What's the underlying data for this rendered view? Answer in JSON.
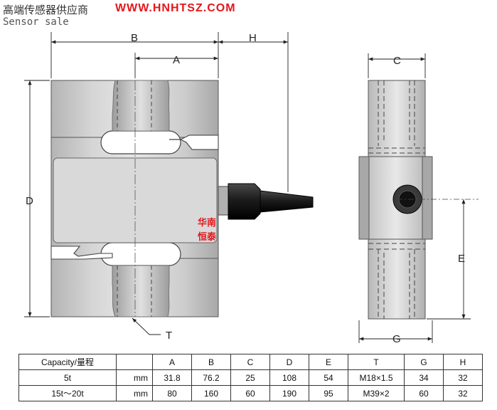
{
  "header": {
    "chinese_title": "高端传感器供应商",
    "website": "WWW.HNHTSZ.COM",
    "english_subtitle": "Sensor sale"
  },
  "drawing": {
    "dimension_labels": {
      "B": "B",
      "A": "A",
      "H": "H",
      "D": "D",
      "T": "T",
      "C": "C",
      "E": "E",
      "G": "G"
    },
    "logo_text_line1": "华南",
    "logo_text_line2": "恒泰",
    "colors": {
      "logo_red": "#e3171c",
      "body_gray": "#c8c8c8",
      "cable_black": "#1a1a1a"
    }
  },
  "spec_table": {
    "header": [
      "Capacity/量程",
      "",
      "A",
      "B",
      "C",
      "D",
      "E",
      "T",
      "G",
      "H"
    ],
    "rows": [
      [
        "5t",
        "mm",
        "31.8",
        "76.2",
        "25",
        "108",
        "54",
        "M18×1.5",
        "34",
        "32"
      ],
      [
        "15t～20t",
        "mm",
        "80",
        "160",
        "60",
        "190",
        "95",
        "M39×2",
        "60",
        "32"
      ]
    ]
  }
}
